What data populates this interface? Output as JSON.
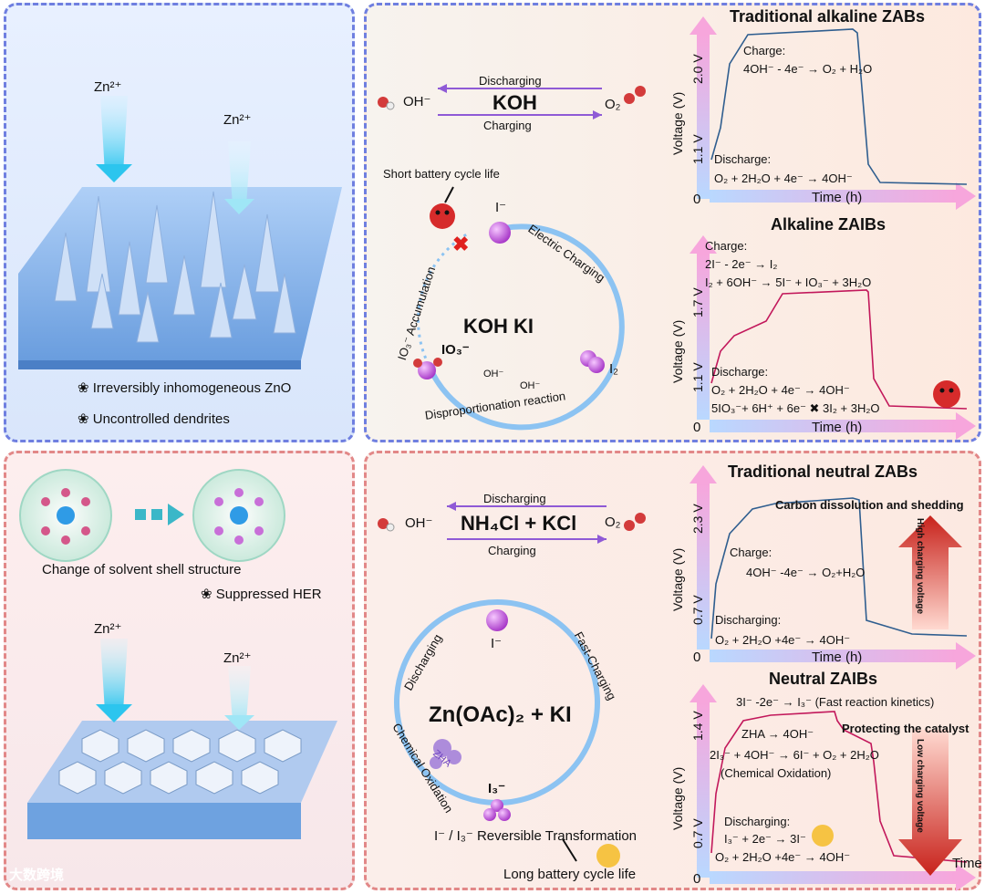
{
  "top_left": {
    "zn_label_1": "Zn²⁺",
    "zn_label_2": "Zn²⁺",
    "bullet_1": "❀ Irreversibly inhomogeneous ZnO",
    "bullet_2": "❀ Uncontrolled dendrites"
  },
  "top_middle": {
    "oh": "OH⁻",
    "discharging": "Discharging",
    "electrolyte": "KOH",
    "charging": "Charging",
    "o2": "O₂",
    "short_life": "Short battery cycle life",
    "iodide": "I⁻",
    "electric_charging": "Electric Charging",
    "center": "KOH KI",
    "iodine": "I₂",
    "iodate": "IO₃⁻",
    "accumulation": "IO₃⁻  Accumulation",
    "oh_small_1": "OH⁻",
    "oh_small_2": "OH⁻",
    "disproportionation": "Disproportionation reaction"
  },
  "chart_traditional_alkaline": {
    "title": "Traditional alkaline ZABs",
    "ylabel": "Voltage (V)",
    "xlabel": "Time (h)",
    "tick_high": "2.0 V",
    "tick_low": "1.1 V",
    "origin": "0",
    "charge_head": "Charge:",
    "charge_eq": "4OH⁻ - 4e⁻ → O₂ + H₂O",
    "discharge_head": "Discharge:",
    "discharge_eq": "O₂ + 2H₂O + 4e⁻ → 4OH⁻"
  },
  "chart_alkaline_zaib": {
    "title": "Alkaline ZAIBs",
    "ylabel": "Voltage (V)",
    "xlabel": "Time (h)",
    "tick_high": "1.7 V",
    "tick_low": "1.1 V",
    "origin": "0",
    "charge_head": "Charge:",
    "charge_eq1": "2I⁻ - 2e⁻ → I₂",
    "charge_eq2": "I₂ + 6OH⁻ → 5I⁻ + IO₃⁻ + 3H₂O",
    "discharge_head": "Discharge:",
    "discharge_eq1": "O₂ + 2H₂O + 4e⁻ → 4OH⁻",
    "discharge_eq2": "5IO₃⁻+ 6H⁺ + 6e⁻ ✖ 3I₂ + 3H₂O"
  },
  "bottom_left": {
    "shell_caption": "Change of solvent shell structure",
    "bullet": "❀ Suppressed HER",
    "zn_label_1": "Zn²⁺",
    "zn_label_2": "Zn²⁺",
    "watermark": "大数跨境"
  },
  "bottom_middle": {
    "oh": "OH⁻",
    "discharging": "Discharging",
    "electrolyte": "NH₄Cl + KCl",
    "charging": "Charging",
    "o2": "O₂",
    "iodide": "I⁻",
    "discharging_arc": "Discharging",
    "fast_charging": "Fast-Charging",
    "center": "Zn(OAc)₂ + KI",
    "zha": "ZHA",
    "chemical_oxidation": "Chemical Oxidation",
    "triiodide": "I₃⁻",
    "reversible": "I⁻ / I₃⁻ Reversible Transformation",
    "long_life": "Long battery cycle life"
  },
  "chart_traditional_neutral": {
    "title": "Traditional neutral ZABs",
    "ylabel": "Voltage (V)",
    "xlabel": "Time (h)",
    "tick_high": "2.3 V",
    "tick_low": "0.7 V",
    "origin": "0",
    "carbon": "Carbon dissolution and shedding",
    "arrow_label": "High charging voltage",
    "charge_head": "Charge:",
    "charge_eq": "4OH⁻ -4e⁻ → O₂+H₂O",
    "discharge_head": "Discharging:",
    "discharge_eq": "O₂ + 2H₂O +4e⁻ → 4OH⁻"
  },
  "chart_neutral_zaib": {
    "title": "Neutral ZAIBs",
    "ylabel": "Voltage (V)",
    "xlabel": "Time (h)",
    "tick_high": "1.4 V",
    "tick_low": "0.7 V",
    "origin": "0",
    "fast_eq": "3I⁻ -2e⁻ → I₃⁻ (Fast reaction kinetics)",
    "zha_eq": "ZHA → 4OH⁻",
    "protecting": "Protecting the catalyst",
    "chem_eq": "2I₃⁻ + 4OH⁻ → 6I⁻ + O₂ + 2H₂O",
    "chem_label": "(Chemical Oxidation)",
    "discharge_head": "Discharging:",
    "discharge_eq1": "I₃⁻ + 2e⁻ → 3I⁻",
    "discharge_eq2": "O₂ + 2H₂O +4e⁻ → 4OH⁻",
    "arrow_label": "Low charging voltage"
  }
}
